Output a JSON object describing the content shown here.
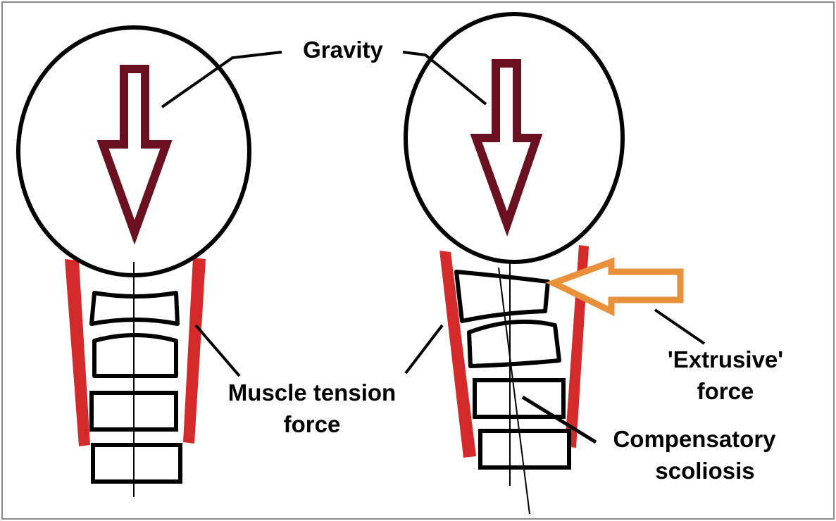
{
  "labels": {
    "gravity": "Gravity",
    "muscle_tension_line1": "Muscle tension",
    "muscle_tension_line2": "force",
    "extrusive_line1": "'Extrusive'",
    "extrusive_line2": "force",
    "compensatory_line1": "Compensatory",
    "compensatory_line2": "scoliosis"
  },
  "colors": {
    "gravity_arrow": "#6b1020",
    "muscle": "#d42a2a",
    "extrusive_arrow": "#e8913a",
    "outline": "#000000",
    "background": "#ffffff"
  }
}
